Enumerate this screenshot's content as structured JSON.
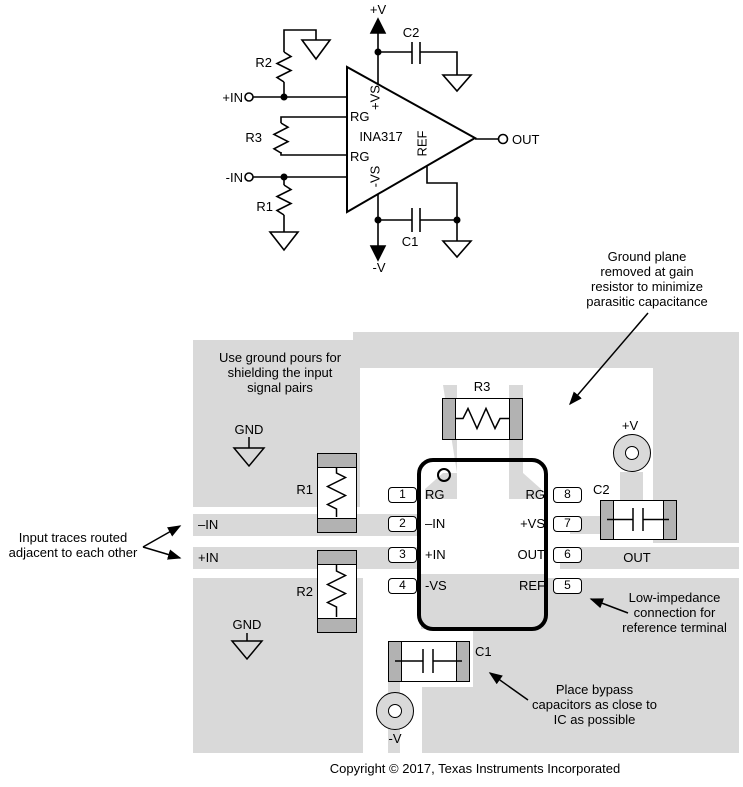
{
  "colors": {
    "pour": "#d9d9d9",
    "pad": "#b2b2b2",
    "outline": "#000000",
    "background": "#ffffff"
  },
  "schematic": {
    "device": "INA317",
    "labels": {
      "pos_supply": "+V",
      "neg_supply": "-V",
      "pos_input": "+IN",
      "neg_input": "-IN",
      "output": "OUT",
      "r1": "R1",
      "r2": "R2",
      "r3": "R3",
      "c1": "C1",
      "c2": "C2",
      "pin_vs_pos": "+VS",
      "pin_vs_neg": "-VS",
      "pin_ref": "REF",
      "pin_rg_top": "RG",
      "pin_rg_bottom": "RG"
    }
  },
  "pcb": {
    "ic": {
      "left_pins": [
        {
          "num": "1",
          "name": "RG"
        },
        {
          "num": "2",
          "name": "–IN"
        },
        {
          "num": "3",
          "name": "+IN"
        },
        {
          "num": "4",
          "name": "-VS"
        }
      ],
      "right_pins": [
        {
          "num": "8",
          "name": "RG"
        },
        {
          "num": "7",
          "name": "+VS"
        },
        {
          "num": "6",
          "name": "OUT"
        },
        {
          "num": "5",
          "name": "REF"
        }
      ]
    },
    "components": {
      "r1": "R1",
      "r2": "R2",
      "r3": "R3",
      "c1": "C1",
      "c2": "C2"
    },
    "labels": {
      "gnd_top": "GND",
      "gnd_bottom": "GND",
      "neg_in_trace": "–IN",
      "pos_in_trace": "+IN",
      "out_trace": "OUT",
      "pos_v": "+V",
      "neg_v": "-V"
    },
    "annotations": {
      "ground_pours": "Use ground pours for\nshielding the input\nsignal pairs",
      "ground_plane": "Ground plane\nremoved at gain\nresistor to minimize\nparasitic capacitance",
      "input_traces": "Input traces routed\nadjacent to each other",
      "low_impedance": "Low-impedance\nconnection for\nreference terminal",
      "bypass_caps": "Place bypass\ncapacitors as close to\nIC as possible"
    }
  },
  "footer": {
    "copyright": "Copyright © 2017, Texas Instruments Incorporated"
  }
}
